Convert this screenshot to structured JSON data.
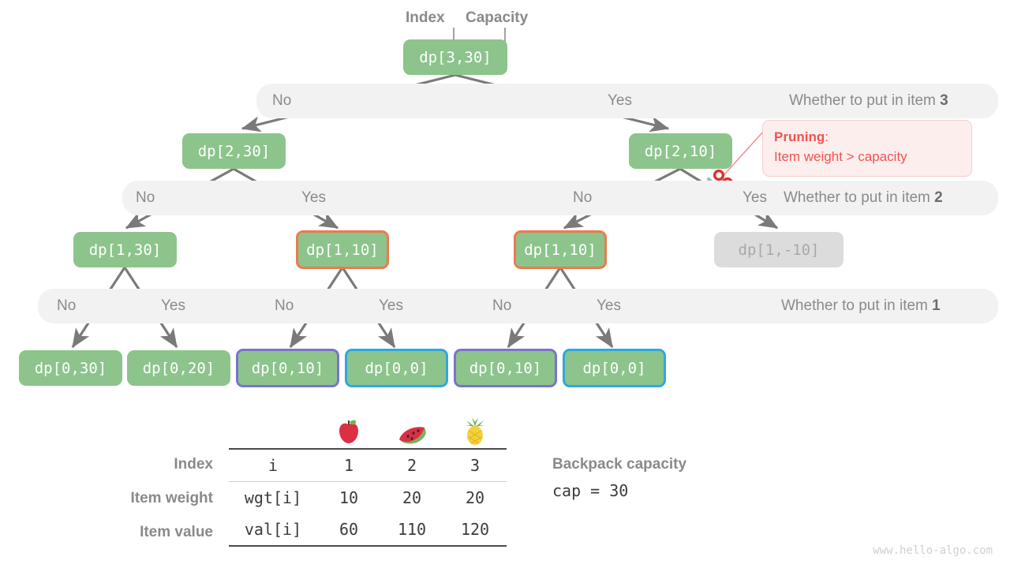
{
  "annotations": {
    "index_label": "Index",
    "capacity_label": "Capacity"
  },
  "tree": {
    "root": {
      "label": "dp[3,30]"
    },
    "level2": [
      {
        "label": "dp[2,30]"
      },
      {
        "label": "dp[2,10]"
      }
    ],
    "level3": [
      {
        "label": "dp[1,30]",
        "border": "none"
      },
      {
        "label": "dp[1,10]",
        "border": "orange"
      },
      {
        "label": "dp[1,10]",
        "border": "orange"
      },
      {
        "label": "dp[1,-10]",
        "border": "gray"
      }
    ],
    "level4": [
      {
        "label": "dp[0,30]",
        "border": "none"
      },
      {
        "label": "dp[0,20]",
        "border": "none"
      },
      {
        "label": "dp[0,10]",
        "border": "purple"
      },
      {
        "label": "dp[0,0]",
        "border": "blue"
      },
      {
        "label": "dp[0,10]",
        "border": "purple"
      },
      {
        "label": "dp[0,0]",
        "border": "blue"
      }
    ]
  },
  "bands": [
    {
      "question": "Whether to put in item ",
      "item": "3",
      "choices": [
        "No",
        "Yes"
      ]
    },
    {
      "question": "Whether to put in item ",
      "item": "2",
      "choices": [
        "No",
        "Yes",
        "No",
        "Yes"
      ]
    },
    {
      "question": "Whether to put in item ",
      "item": "1",
      "choices": [
        "No",
        "Yes",
        "No",
        "Yes",
        "No",
        "Yes"
      ]
    }
  ],
  "pruning": {
    "title": "Pruning",
    "colon": ":",
    "detail": "Item weight > capacity"
  },
  "table": {
    "row_labels": [
      "Index",
      "Item weight",
      "Item value"
    ],
    "code_column": [
      "i",
      "wgt[i]",
      "val[i]"
    ],
    "items": [
      {
        "icon": "apple-icon",
        "index": "1",
        "weight": "10",
        "value": "60"
      },
      {
        "icon": "watermelon-icon",
        "index": "2",
        "weight": "20",
        "value": "110"
      },
      {
        "icon": "pineapple-icon",
        "index": "3",
        "weight": "20",
        "value": "120"
      }
    ]
  },
  "capacity": {
    "title": "Backpack capacity",
    "code": "cap = 30"
  },
  "watermark": "www.hello-algo.com",
  "colors": {
    "node_green": "#8cc48c",
    "band_gray": "#f2f2f2",
    "border_orange": "#ec7a4e",
    "border_purple": "#7b73cc",
    "border_blue": "#2fa8e0",
    "pruned_gray": "#dcdcdc",
    "prune_red": "#ef5350",
    "arrow_gray": "#7a7a7a"
  }
}
